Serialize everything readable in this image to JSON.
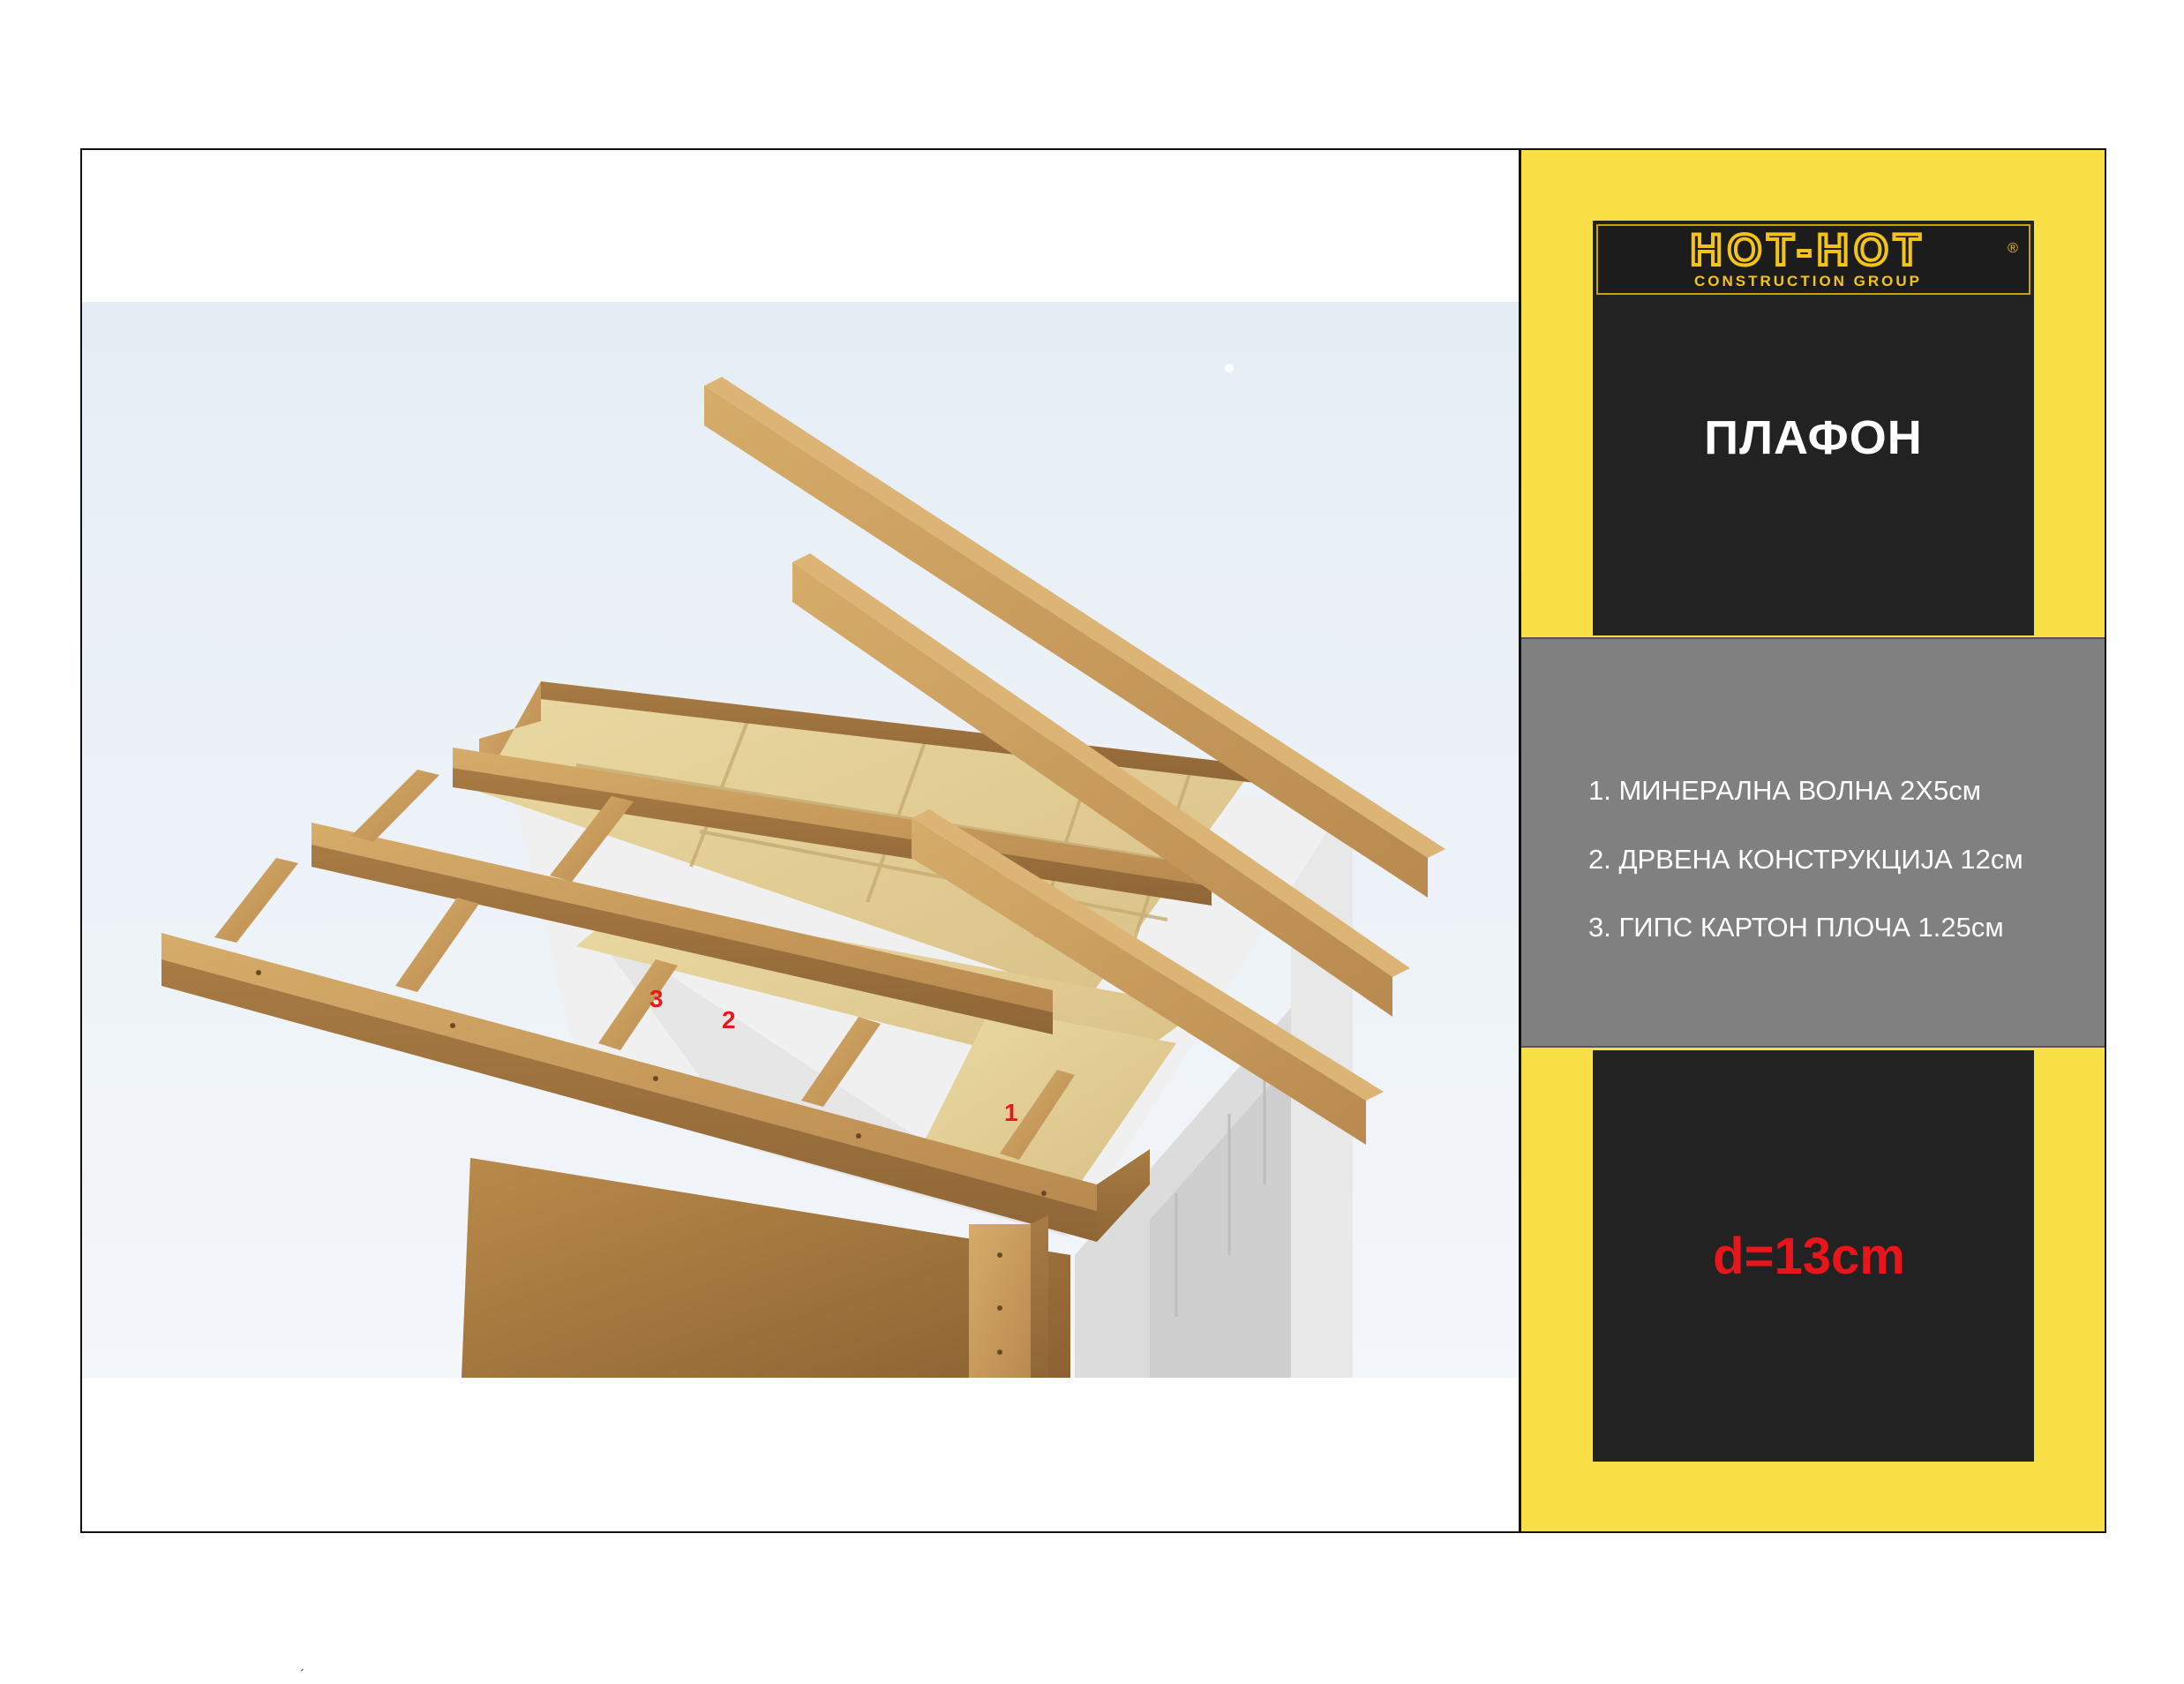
{
  "logo": {
    "brand": "HOT-HOT",
    "registered": "®",
    "subtitle": "CONSTRUCTION GROUP"
  },
  "title": "ПЛАФОН",
  "layers": [
    "1. МИНЕРАЛНА ВОЛНА 2Х5см",
    "2. ДРВЕНА КОНСТРУКЦИЈА 12см",
    "3. ГИПС КАРТОН ПЛОЧА 1.25см"
  ],
  "thickness": "d=13cm",
  "markers": [
    "1",
    "2",
    "3"
  ],
  "stray_mark": "´",
  "colors": {
    "panel_yellow": "#f7df45",
    "panel_black": "#222222",
    "panel_gray": "#808080",
    "accent_red": "#e8151c",
    "wood": "#c99a5c",
    "wool": "#e3cf95"
  }
}
